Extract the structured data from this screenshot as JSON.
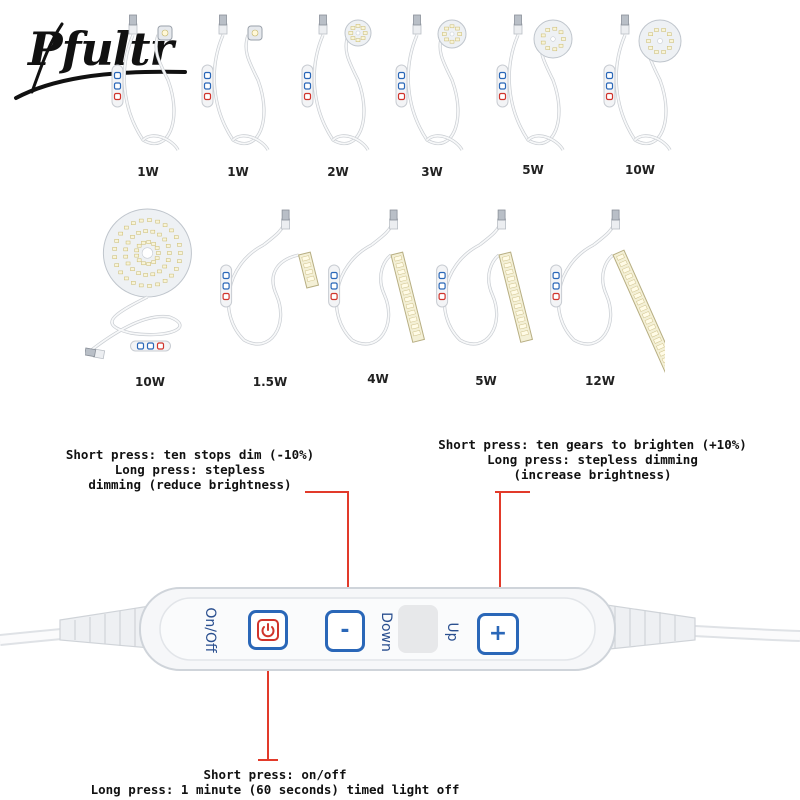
{
  "brand": {
    "logo_text": "Pfultr"
  },
  "products_row1": [
    {
      "wattage": "1W",
      "shape": "small-chip"
    },
    {
      "wattage": "1W",
      "shape": "small-chip"
    },
    {
      "wattage": "2W",
      "shape": "round-board"
    },
    {
      "wattage": "3W",
      "shape": "round-board"
    },
    {
      "wattage": "5W",
      "shape": "round-board"
    },
    {
      "wattage": "10W",
      "shape": "round-board"
    }
  ],
  "products_row2": [
    {
      "wattage": "10W",
      "shape": "large-round-panel"
    },
    {
      "wattage": "1.5W",
      "shape": "short-strip"
    },
    {
      "wattage": "4W",
      "shape": "strip"
    },
    {
      "wattage": "5W",
      "shape": "strip"
    },
    {
      "wattage": "12W",
      "shape": "long-strip"
    }
  ],
  "annotations": {
    "down": {
      "line1": "Short press: ten stops dim (-10%)",
      "line2": "Long press: stepless",
      "line3": "dimming (reduce brightness)"
    },
    "up": {
      "line1": "Short press: ten gears to brighten (+10%)",
      "line2": "Long press: stepless dimming",
      "line3": "(increase brightness)"
    },
    "power": {
      "line1": "Short press: on/off",
      "line2": "Long press: 1 minute (60 seconds) timed light off"
    }
  },
  "controller": {
    "onoff_label": "On/Off",
    "down_label": "Down",
    "up_label": "Up",
    "minus_symbol": "-",
    "plus_symbol": "+"
  },
  "colors": {
    "power_red": "#d0342c",
    "button_blue": "#2a67b8",
    "callout_red": "#e23a2a",
    "cable_white": "#f4f5f7"
  }
}
